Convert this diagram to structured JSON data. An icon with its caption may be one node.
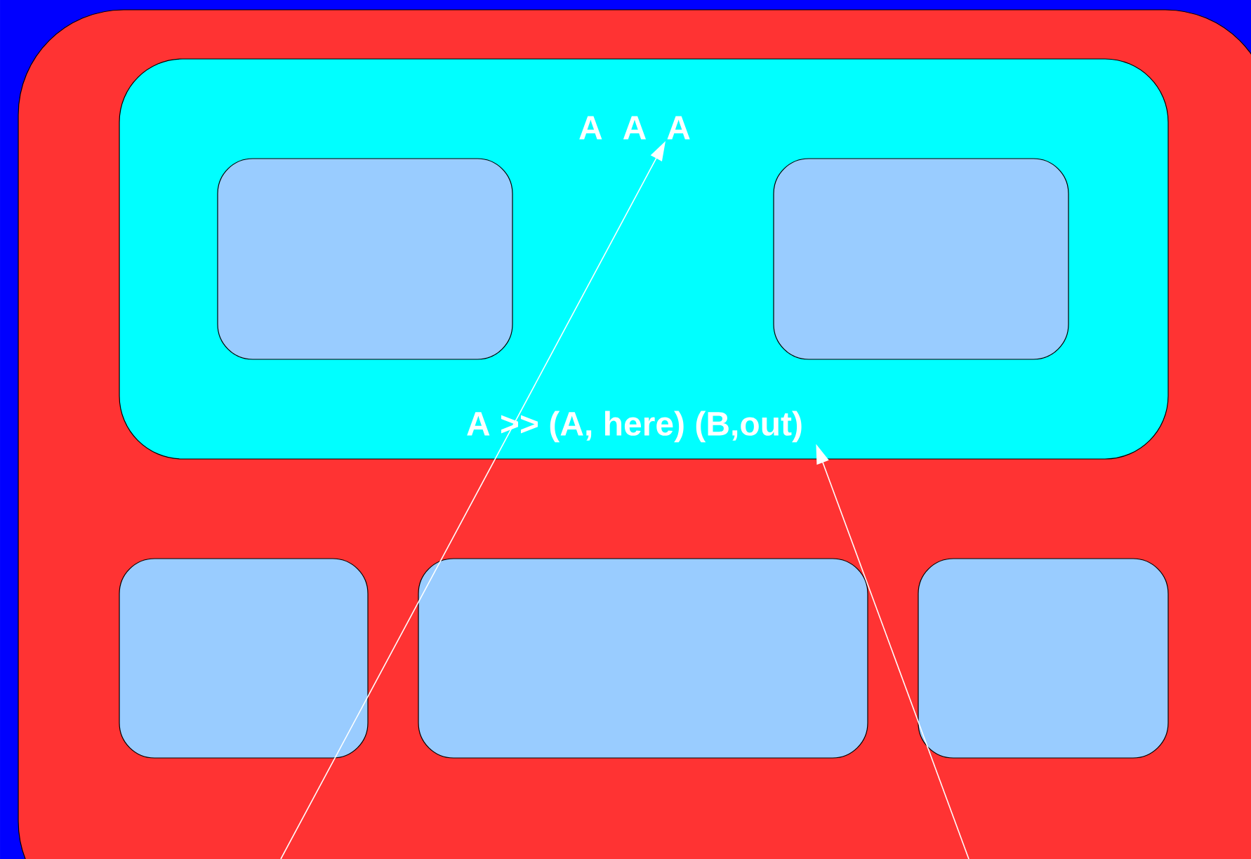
{
  "diagram": {
    "nodes": [
      {
        "text": [],
        "shape": "box"
      },
      {
        "text": [],
        "shape": "box",
        "in": 0
      },
      {
        "text": [
          "A A A"
        ],
        "in": 1
      },
      {
        "text": [],
        "shape": "box",
        "in": 1
      },
      {
        "text": [],
        "shape": "box",
        "in": 1
      },
      {
        "text": [
          "A >> (A, here) (B,out)"
        ],
        "in": 1
      },
      {
        "text": [],
        "shape": "box",
        "in": 0
      },
      {
        "text": [],
        "shape": "box",
        "in": 0
      },
      {
        "text": [],
        "shape": "box",
        "in": 0
      }
    ],
    "edges": [
      {
        "from": null,
        "to": 2,
        "arrow": "to"
      },
      {
        "from": null,
        "to": 5,
        "arrow": "to"
      }
    ]
  }
}
